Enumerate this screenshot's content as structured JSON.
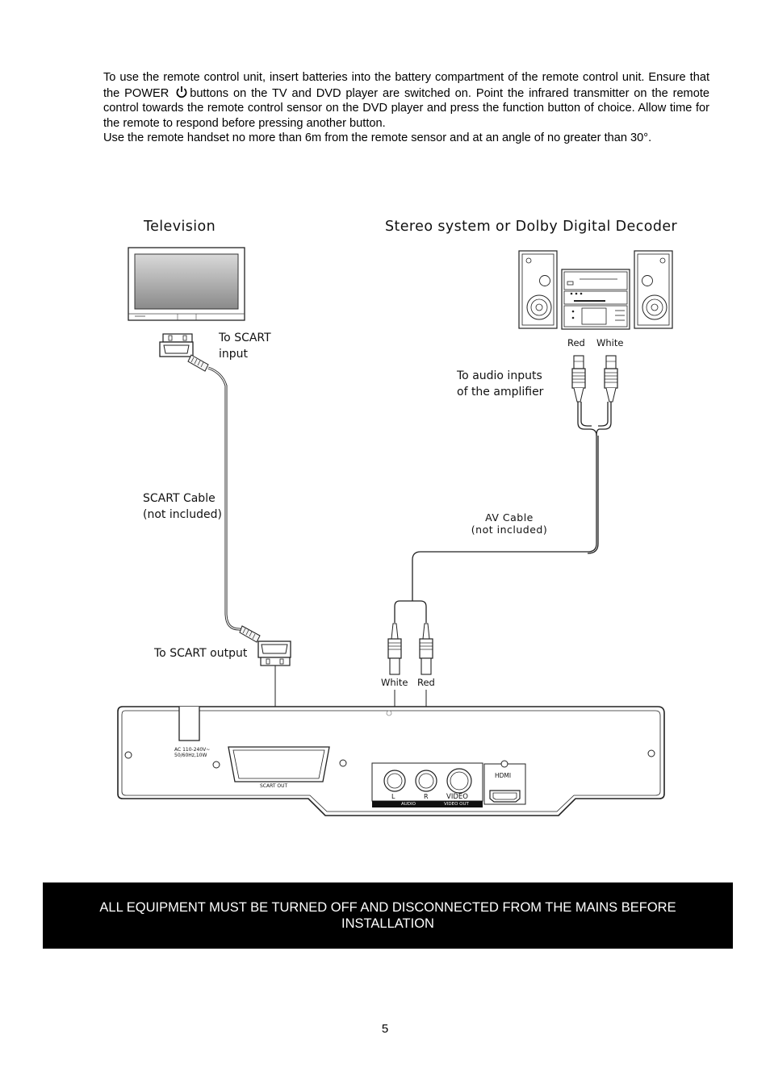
{
  "intro": {
    "para1_before_icon": "To use the remote control unit, insert batteries into the battery compartment of the remote control unit. Ensure that the POWER",
    "power_icon": "power-icon",
    "para1_after_icon": "buttons on the TV and DVD player are switched on. Point the infrared transmitter on the remote control towards the remote control sensor on the DVD player and press the function button of choice. Allow time for the remote to respond before pressing another button.",
    "para2": "Use the remote handset no more than 6m from the remote sensor and at an angle of no greater than 30°."
  },
  "diagram": {
    "tv_heading": "Television",
    "stereo_heading": "Stereo  system or Dolby Digital Decoder",
    "scart_input_line1": "To SCART",
    "scart_input_line2": "input",
    "scart_cable_line1": "SCART Cable",
    "scart_cable_line2": "(not included)",
    "scart_output": "To SCART output",
    "amp_red": "Red",
    "amp_white": "White",
    "amp_inputs_line1": "To audio inputs",
    "amp_inputs_line2": "of the amplifier",
    "av_cable_line1": "AV Cable",
    "av_cable_line2": "(not included)",
    "player_white": "White",
    "player_red": "Red",
    "panel": {
      "power_rating_line1": "AC 110-240V~",
      "power_rating_line2": "50/60Hz,10W",
      "scart_out": "SCART OUT",
      "jack_l": "L",
      "jack_r": "R",
      "jack_video": "VIDEO",
      "audio_strip": "AUDIO",
      "video_out_strip": "VIDEO OUT",
      "hdmi": "HDMI"
    }
  },
  "warning": "ALL EQUIPMENT MUST BE TURNED  OFF AND DISCONNECTED  FROM THE MAINS BEFORE INSTALLATION",
  "page_number": "5"
}
